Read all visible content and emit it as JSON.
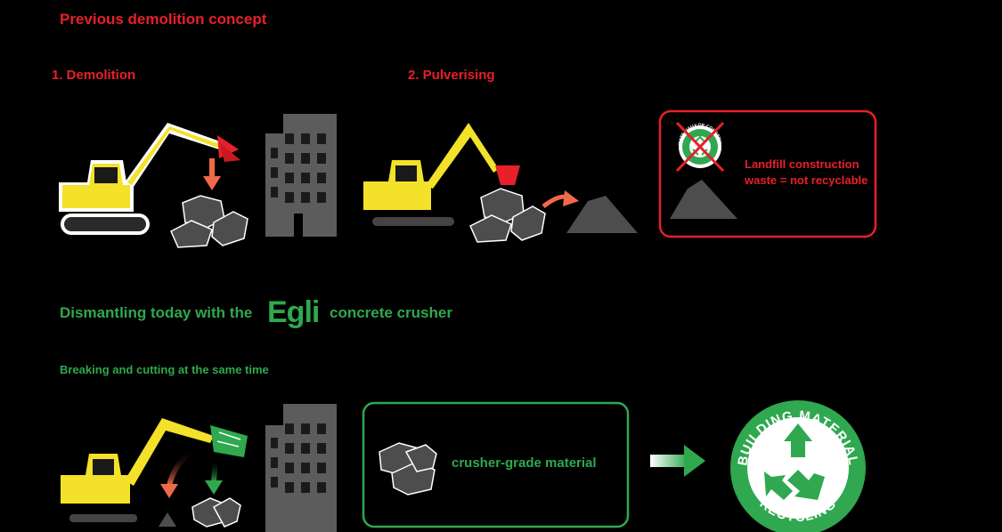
{
  "top": {
    "title": "Previous demolition concept",
    "step1": "1. Demolition",
    "step2": "2. Pulverising",
    "landfill_text_line1": "Landfill construction",
    "landfill_text_line2": "waste = not recyclable",
    "crossed_badge_top": "MATERIAUX DE CONSTRUCTION",
    "crossed_badge_bottom": "RECYCLING"
  },
  "bottom": {
    "title_before": "Dismantling today with the",
    "brand": "Egli",
    "title_after": "concrete crusher",
    "subtitle": "Breaking and cutting at the same time",
    "material_label": "crusher-grade material",
    "badge_top": "BUILDING MATERIAL",
    "badge_bottom": "RECYCLING"
  },
  "colors": {
    "red": "#e8202a",
    "green": "#2fa84f",
    "excavator_yellow": "#f3e12a",
    "building_gray": "#5c5c5c",
    "rubble_gray": "#4d4d4d"
  }
}
